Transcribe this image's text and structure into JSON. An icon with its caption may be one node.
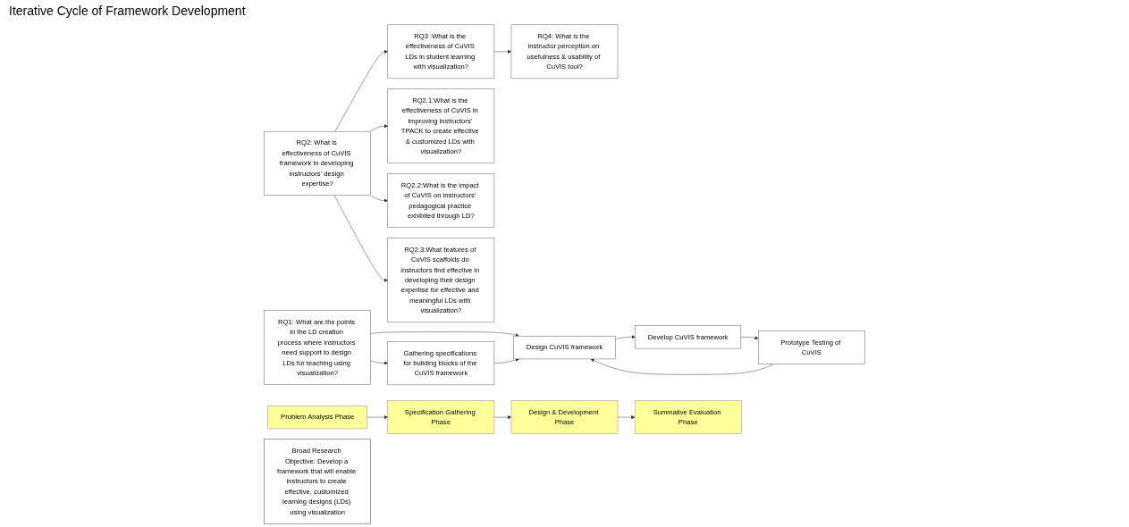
{
  "diagram": {
    "nodes": [
      {
        "text": [
          "Broad Research Objective: Develop a framework that will enable instructors to create effective, customized learning designs (LDs) using visualization"
        ]
      },
      {
        "text": [
          "RQ1: What are the points in the LD creation process where instructors need support to design LDs for teaching using visualization?"
        ]
      },
      {
        "text": [
          "Design CuVIS framework"
        ]
      },
      {
        "text": [
          "Develop CuVIS framework"
        ]
      },
      {
        "text": [
          "Gathering specifications for building blocks of the CuVIS framework"
        ]
      },
      {
        "text": [
          "Prototype Testing of CuVIS"
        ]
      },
      {
        "text": [
          "RQ2: What is effectiveness of CuVIS framework in developing instructors' design expertise?"
        ]
      },
      {
        "text": [
          "RQ3 :What is the effectiveness of CuVIS LDs in student learning with visualization?"
        ]
      },
      {
        "text": [
          "RQ4: What is the instructor perception on usefulness & usability of CuVIS tool?"
        ]
      },
      {
        "text": [
          "RQ2.1:What is the effectiveness of CuVIS in improving instructors' TPACK to create effective & customized LDs with visualization?"
        ]
      },
      {
        "text": [
          "RQ2.2:What is the impact of CuVIS on instructors' pedagogical practice exhibited through LD?"
        ]
      },
      {
        "text": [
          "RQ2.3:What features of CuVIS scaffolds do instructors find effective in developing their design expertise for effective and meaningful LDs with visualization?"
        ]
      },
      {
        "text": [
          "Problem Analysis Phase"
        ]
      },
      {
        "text": [
          "Specification Gathering Phase"
        ]
      },
      {
        "text": [
          "Design & Development Phase"
        ]
      },
      {
        "text": [
          "Summative Evaluation Phase"
        ]
      }
    ],
    "edges": [
      {
        "from": 1,
        "to": 2,
        "arrow": "to"
      },
      {
        "from": 1,
        "to": 4,
        "arrow": "to"
      },
      {
        "from": 4,
        "to": 2,
        "arrow": "to"
      },
      {
        "from": 2,
        "to": 3,
        "arrow": "to"
      },
      {
        "from": 3,
        "to": 5,
        "arrow": "to"
      },
      {
        "from": 5,
        "to": 2,
        "arrow": "to"
      },
      {
        "from": 6,
        "to": 7,
        "arrow": "to"
      },
      {
        "from": 7,
        "to": 8,
        "arrow": "to"
      },
      {
        "from": 6,
        "to": 9,
        "arrow": "to"
      },
      {
        "from": 6,
        "to": 10,
        "arrow": "to"
      },
      {
        "from": 6,
        "to": 11,
        "arrow": "to"
      },
      {
        "from": 12,
        "to": 13,
        "arrow": "to"
      },
      {
        "from": 13,
        "to": 14,
        "arrow": "to"
      },
      {
        "from": 14,
        "to": 15,
        "arrow": "to"
      }
    ],
    "labels": [
      "Iterative Cycle of Framework Development"
    ]
  }
}
